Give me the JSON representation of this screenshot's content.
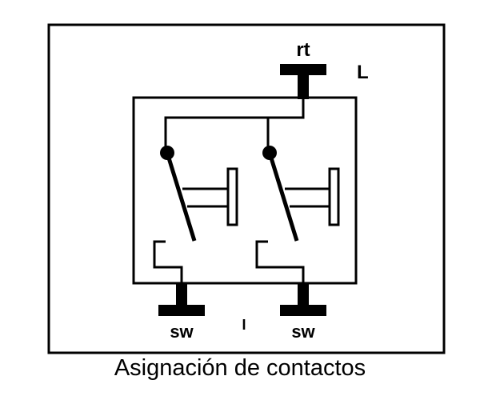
{
  "diagram": {
    "labels": {
      "top_terminal": "rt",
      "corner": "L",
      "left_terminal": "sw",
      "middle_mark": "I",
      "right_terminal": "sw"
    },
    "caption": "Asignación de contactos"
  }
}
